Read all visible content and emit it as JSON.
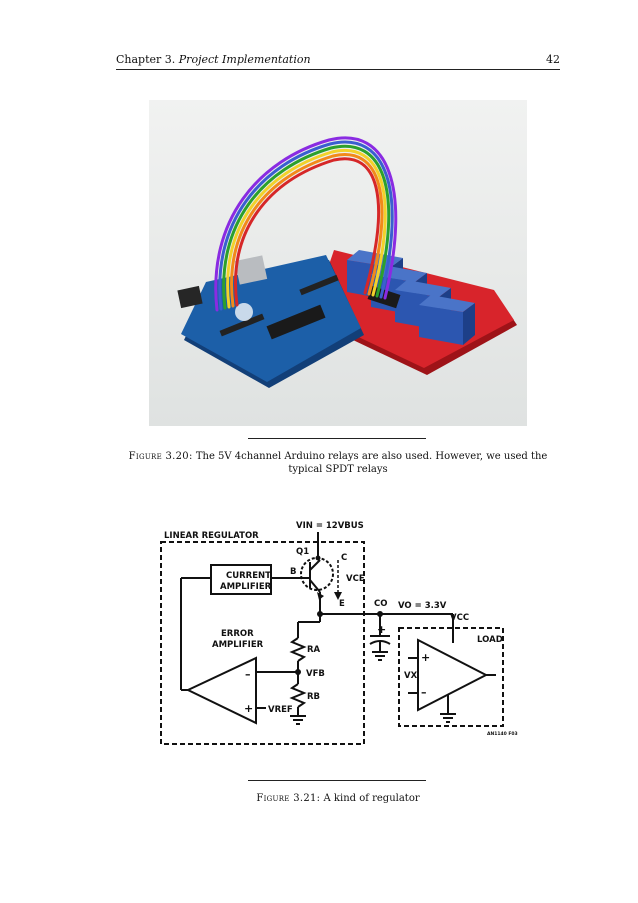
{
  "header": {
    "chapter_label": "Chapter 3.",
    "chapter_title": "Project Implementation",
    "page_number": "42"
  },
  "figure1": {
    "label": "Figure 3.20:",
    "caption_line1": "The 5V 4channel Arduino relays are also used. However, we used the",
    "caption_line2": "typical SPDT relays"
  },
  "figure2": {
    "label": "Figure 3.21:",
    "caption": "A kind of regulator",
    "diagram": {
      "title": "LINEAR REGULATOR",
      "vin": "VIN = 12VBUS",
      "q1": "Q1",
      "current_amp_1": "CURRENT",
      "current_amp_2": "AMPLIFIER",
      "error_amp_1": "ERROR",
      "error_amp_2": "AMPLIFIER",
      "b": "B",
      "c": "C",
      "e": "E",
      "vce": "VCE",
      "co": "CO",
      "vo": "VO = 3.3V",
      "vcc": "VCC",
      "load": "LOAD",
      "ra": "RA",
      "rb": "RB",
      "vfb": "VFB",
      "vref": "VREF",
      "vx": "VX",
      "plus": "+",
      "minus": "–",
      "code": "AN1140 F03"
    }
  },
  "colors": {
    "background": "#ffffff",
    "ink": "#111111",
    "photo_bg": "#e9ebea",
    "arduino_blue": "#1c5fa8",
    "relay_board_red": "#d8242b",
    "relay_blue": "#2c56b0"
  }
}
